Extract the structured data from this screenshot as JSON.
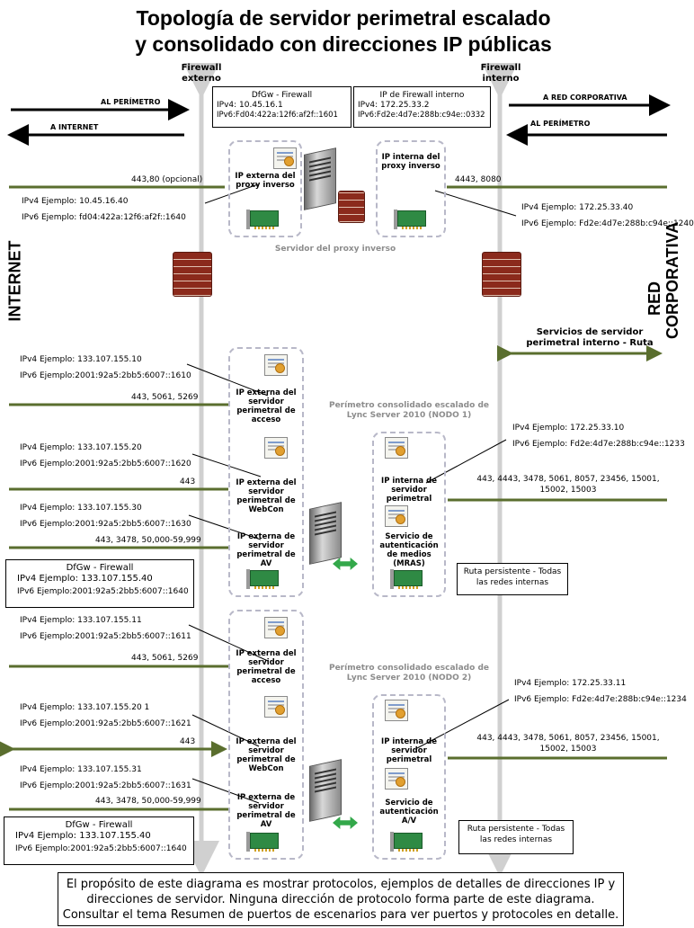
{
  "title": {
    "line1": "Topología de servidor perimetral escalado",
    "line2": "y consolidado con direcciones IP públicas"
  },
  "firewalls": {
    "external": "Firewall externo",
    "internal": "Firewall interno"
  },
  "arrows": {
    "to_perimeter_left": "AL PERÍMETRO",
    "to_internet": "A INTERNET",
    "to_corp": "A RED CORPORATIVA",
    "to_perimeter_right": "AL PERÍMETRO"
  },
  "sides": {
    "internet": "INTERNET",
    "corp": "RED CORPORATIVA"
  },
  "top_boxes": {
    "dfgw": {
      "title": "DfGw - Firewall",
      "ipv4": "IPv4: 10.45.16.1",
      "ipv6": "IPv6:Fd04:422a:12f6:af2f::1601"
    },
    "fw_internal": {
      "title": "IP de Firewall interno",
      "ipv4": "IPv4: 172.25.33.2",
      "ipv6": "IPv6:Fd2e:4d7e:288b:c94e::0332"
    }
  },
  "proxy": {
    "ext_label": "IP externa del proxy inverso",
    "int_label": "IP interna del proxy inverso",
    "caption": "Servidor del proxy inverso",
    "ext_ports": "443,80 (opcional)",
    "int_ports": "4443, 8080",
    "ext_ipv4": "IPv4 Ejemplo: 10.45.16.40",
    "ext_ipv6": "IPv6 Ejemplo: fd04:422a:12f6:af2f::1640",
    "int_ipv4": "IPv4 Ejemplo: 172.25.33.40",
    "int_ipv6": "IPv6 Ejemplo: Fd2e:4d7e:288b:c94e::1240"
  },
  "route_label": "Servicios de servidor perimetral interno - Ruta",
  "node1": {
    "caption": "Perímetro consolidado escalado de Lync Server 2010 (NODO 1)",
    "access": {
      "ipv4": "IPv4 Ejemplo: 133.107.155.10",
      "ipv6": "IPv6 Ejemplo:2001:92a5:2bb5:6007::1610",
      "ports": "443, 5061, 5269",
      "label": "IP externa del servidor perimetral de acceso"
    },
    "webcon": {
      "ipv4": "IPv4 Ejemplo: 133.107.155.20",
      "ipv6": "IPv6 Ejemplo:2001:92a5:2bb5:6007::1620",
      "ports": "443",
      "label": "IP externa del servidor perimetral de WebCon"
    },
    "av": {
      "ipv4": "IPv4 Ejemplo: 133.107.155.30",
      "ipv6": "IPv6 Ejemplo:2001:92a5:2bb5:6007::1630",
      "ports": "443, 3478, 50,000-59,999",
      "label": "IP externa de servidor perimetral de AV"
    },
    "internal": {
      "ipv4": "IPv4 Ejemplo: 172.25.33.10",
      "ipv6": "IPv6 Ejemplo: Fd2e:4d7e:288b:c94e::1233",
      "ports1": "443, 4443, 3478, 5061, 8057, 23456, 15001,",
      "ports2": "15002, 15003",
      "label": "IP interna de servidor perimetral"
    },
    "service": "Servicio de autenticación de medios (MRAS)",
    "route": "Ruta persistente - Todas las redes internas",
    "dfgw": {
      "title": "DfGw - Firewall",
      "ipv4": "IPv4 Ejemplo: 133.107.155.40",
      "ipv6": "IPv6 Ejemplo:2001:92a5:2bb5:6007::1640"
    }
  },
  "node2": {
    "caption": "Perímetro consolidado escalado de Lync Server 2010 (NODO 2)",
    "access": {
      "ipv4": "IPv4 Ejemplo: 133.107.155.11",
      "ipv6": "IPv6 Ejemplo:2001:92a5:2bb5:6007::1611",
      "ports": "443, 5061, 5269",
      "label": "IP externa del servidor perimetral de acceso"
    },
    "webcon": {
      "ipv4": "IPv4 Ejemplo: 133.107.155.20 1",
      "ipv6": "IPv6 Ejemplo:2001:92a5:2bb5:6007::1621",
      "ports": "443",
      "label": "IP externa del servidor perimetral de WebCon"
    },
    "av": {
      "ipv4": "IPv4 Ejemplo: 133.107.155.31",
      "ipv6": "IPv6 Ejemplo:2001:92a5:2bb5:6007::1631",
      "ports": "443, 3478, 50,000-59,999",
      "label": "IP externa de servidor perimetral de AV"
    },
    "internal": {
      "ipv4": "IPv4 Ejemplo: 172.25.33.11",
      "ipv6": "IPv6 Ejemplo: Fd2e:4d7e:288b:c94e::1234",
      "ports1": "443, 4443, 3478, 5061, 8057, 23456, 15001,",
      "ports2": "15002, 15003",
      "label": "IP interna de servidor perimetral"
    },
    "service": "Servicio de autenticación A/V",
    "route": "Ruta persistente - Todas las redes internas",
    "dfgw": {
      "title": "DfGw - Firewall",
      "ipv4": "IPv4 Ejemplo: 133.107.155.40",
      "ipv6": "IPv6 Ejemplo:2001:92a5:2bb5:6007::1640"
    }
  },
  "footer": "El propósito de este diagrama es mostrar protocolos, ejemplos de detalles de direcciones IP y direcciones de servidor. Ninguna dirección de protocolo forma parte de este diagrama. Consultar el tema Resumen de puertos de escenarios para ver puertos y protocoles en detalle.",
  "colors": {
    "network_line": "#5a6e2e",
    "firewall_bar": "#d0d0d0",
    "dashed_border": "#b8b8c8"
  }
}
